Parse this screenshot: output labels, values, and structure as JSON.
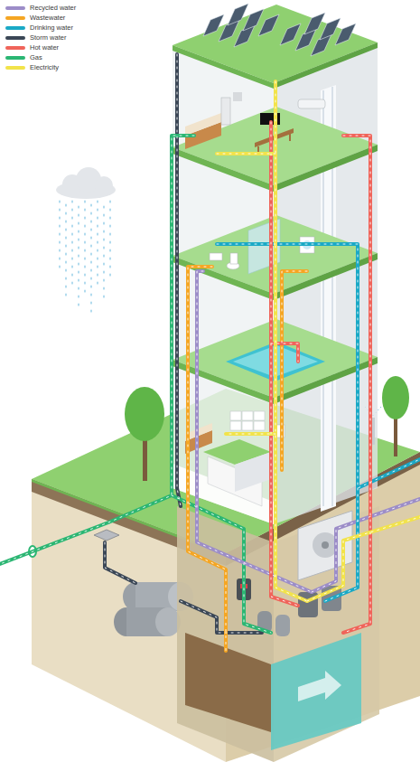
{
  "diagram": {
    "legend": [
      {
        "text": "Recycled water",
        "color": "#9c8dc8"
      },
      {
        "text": "Wastewater",
        "color": "#f5a623"
      },
      {
        "text": "Drinking water",
        "color": "#1aa9c6"
      },
      {
        "text": "Storm water",
        "color": "#3b4756"
      },
      {
        "text": "Hot water",
        "color": "#f0645a"
      },
      {
        "text": "Gas",
        "color": "#2bb673"
      },
      {
        "text": "Electricity",
        "color": "#f2e34a"
      }
    ]
  }
}
